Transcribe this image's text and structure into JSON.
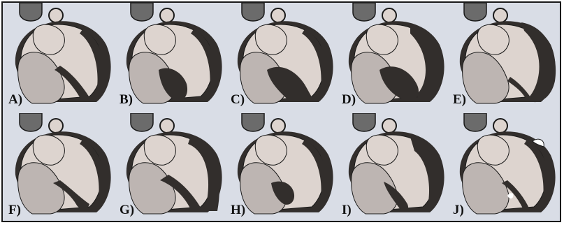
{
  "figure": {
    "colors": {
      "background": "#d9dde6",
      "myocardium": "#ddd4cf",
      "right_heart": "#bdb5b2",
      "hypertrophy": "#322e2c",
      "vessel": "#6b6b6b",
      "outline": "#1a1a1a"
    },
    "panels": [
      {
        "label": "A)",
        "variant": "apical-septal"
      },
      {
        "label": "B)",
        "variant": "mid-septal"
      },
      {
        "label": "C)",
        "variant": "diffuse-septal"
      },
      {
        "label": "D)",
        "variant": "septal-apical"
      },
      {
        "label": "E)",
        "variant": "lateral-wall"
      },
      {
        "label": "F)",
        "variant": "apical-lateral"
      },
      {
        "label": "G)",
        "variant": "concentric"
      },
      {
        "label": "H)",
        "variant": "basal-septal"
      },
      {
        "label": "I)",
        "variant": "midventricular"
      },
      {
        "label": "J)",
        "variant": "aneurysm"
      }
    ]
  }
}
